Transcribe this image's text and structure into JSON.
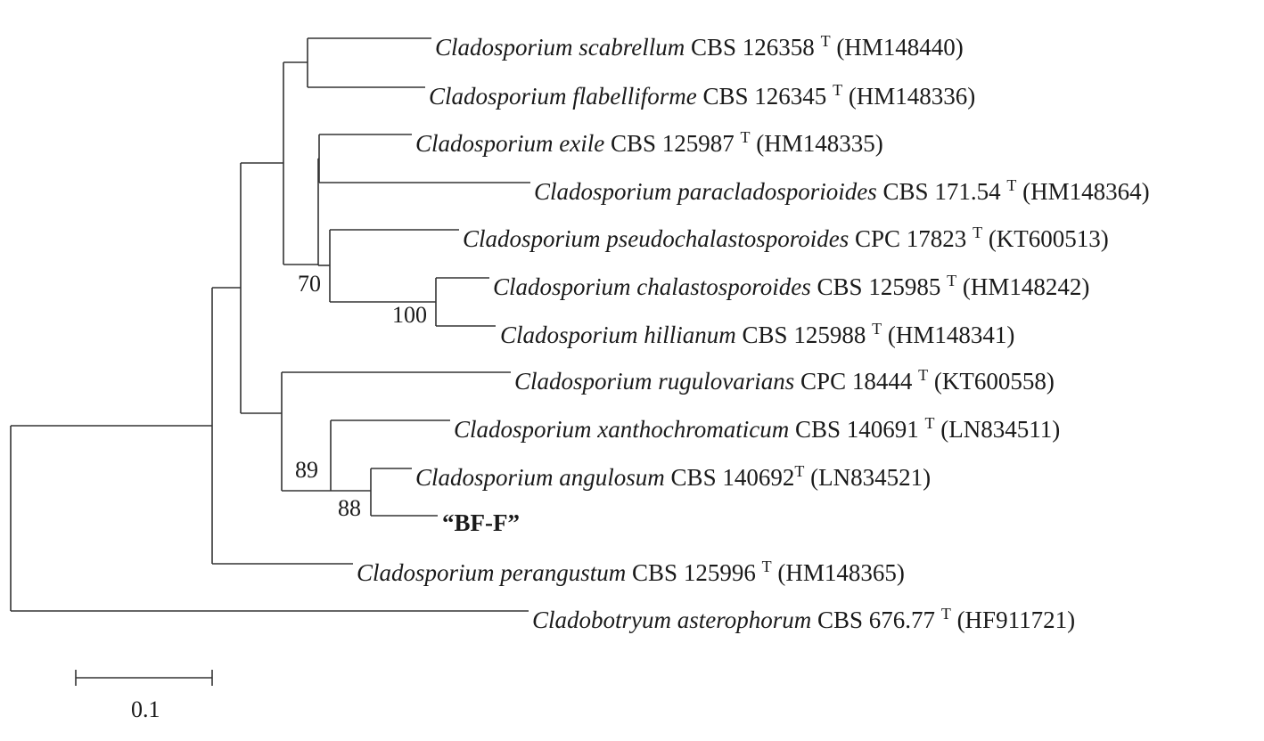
{
  "tree": {
    "taxa": [
      {
        "genus_species": "Cladosporium scabrellum",
        "strain": "CBS 126358",
        "type_mark": "T",
        "accession": "(HM148440)"
      },
      {
        "genus_species": "Cladosporium flabelliforme",
        "strain": "CBS 126345",
        "type_mark": "T",
        "accession": "(HM148336)"
      },
      {
        "genus_species": "Cladosporium exile",
        "strain": "CBS 125987",
        "type_mark": "T",
        "accession": "(HM148335)"
      },
      {
        "genus_species": "Cladosporium paracladosporioides",
        "strain": "CBS 171.54",
        "type_mark": "T",
        "accession": "(HM148364)"
      },
      {
        "genus_species": "Cladosporium pseudochalastosporoides",
        "strain": "CPC 17823",
        "type_mark": "T",
        "accession": "(KT600513)"
      },
      {
        "genus_species": "Cladosporium chalastosporoides",
        "strain": "CBS 125985",
        "type_mark": "T",
        "accession": "(HM148242)"
      },
      {
        "genus_species": "Cladosporium hillianum",
        "strain": "CBS 125988",
        "type_mark": "T",
        "accession": "(HM148341)"
      },
      {
        "genus_species": "Cladosporium rugulovarians",
        "strain": "CPC 18444",
        "type_mark": "T",
        "accession": "(KT600558)"
      },
      {
        "genus_species": "Cladosporium xanthochromaticum",
        "strain": "CBS 140691",
        "type_mark": "T",
        "accession": "(LN834511)"
      },
      {
        "genus_species": "Cladosporium angulosum",
        "strain": "CBS 140692",
        "type_mark": "T",
        "accession": "(LN834521)"
      },
      {
        "genus_species": "Cladosporium perangustum",
        "strain": "CBS 125996",
        "type_mark": "T",
        "accession": "(HM148365)"
      },
      {
        "genus_species": "Cladobotryum asterophorum",
        "strain": "CBS 676.77",
        "type_mark": "T",
        "accession": "(HF911721)"
      }
    ],
    "query_taxon": "“BF-F”",
    "support_values": [
      "70",
      "100",
      "89",
      "88"
    ],
    "scale_bar": {
      "value": 0.1,
      "label": "0.1"
    }
  }
}
